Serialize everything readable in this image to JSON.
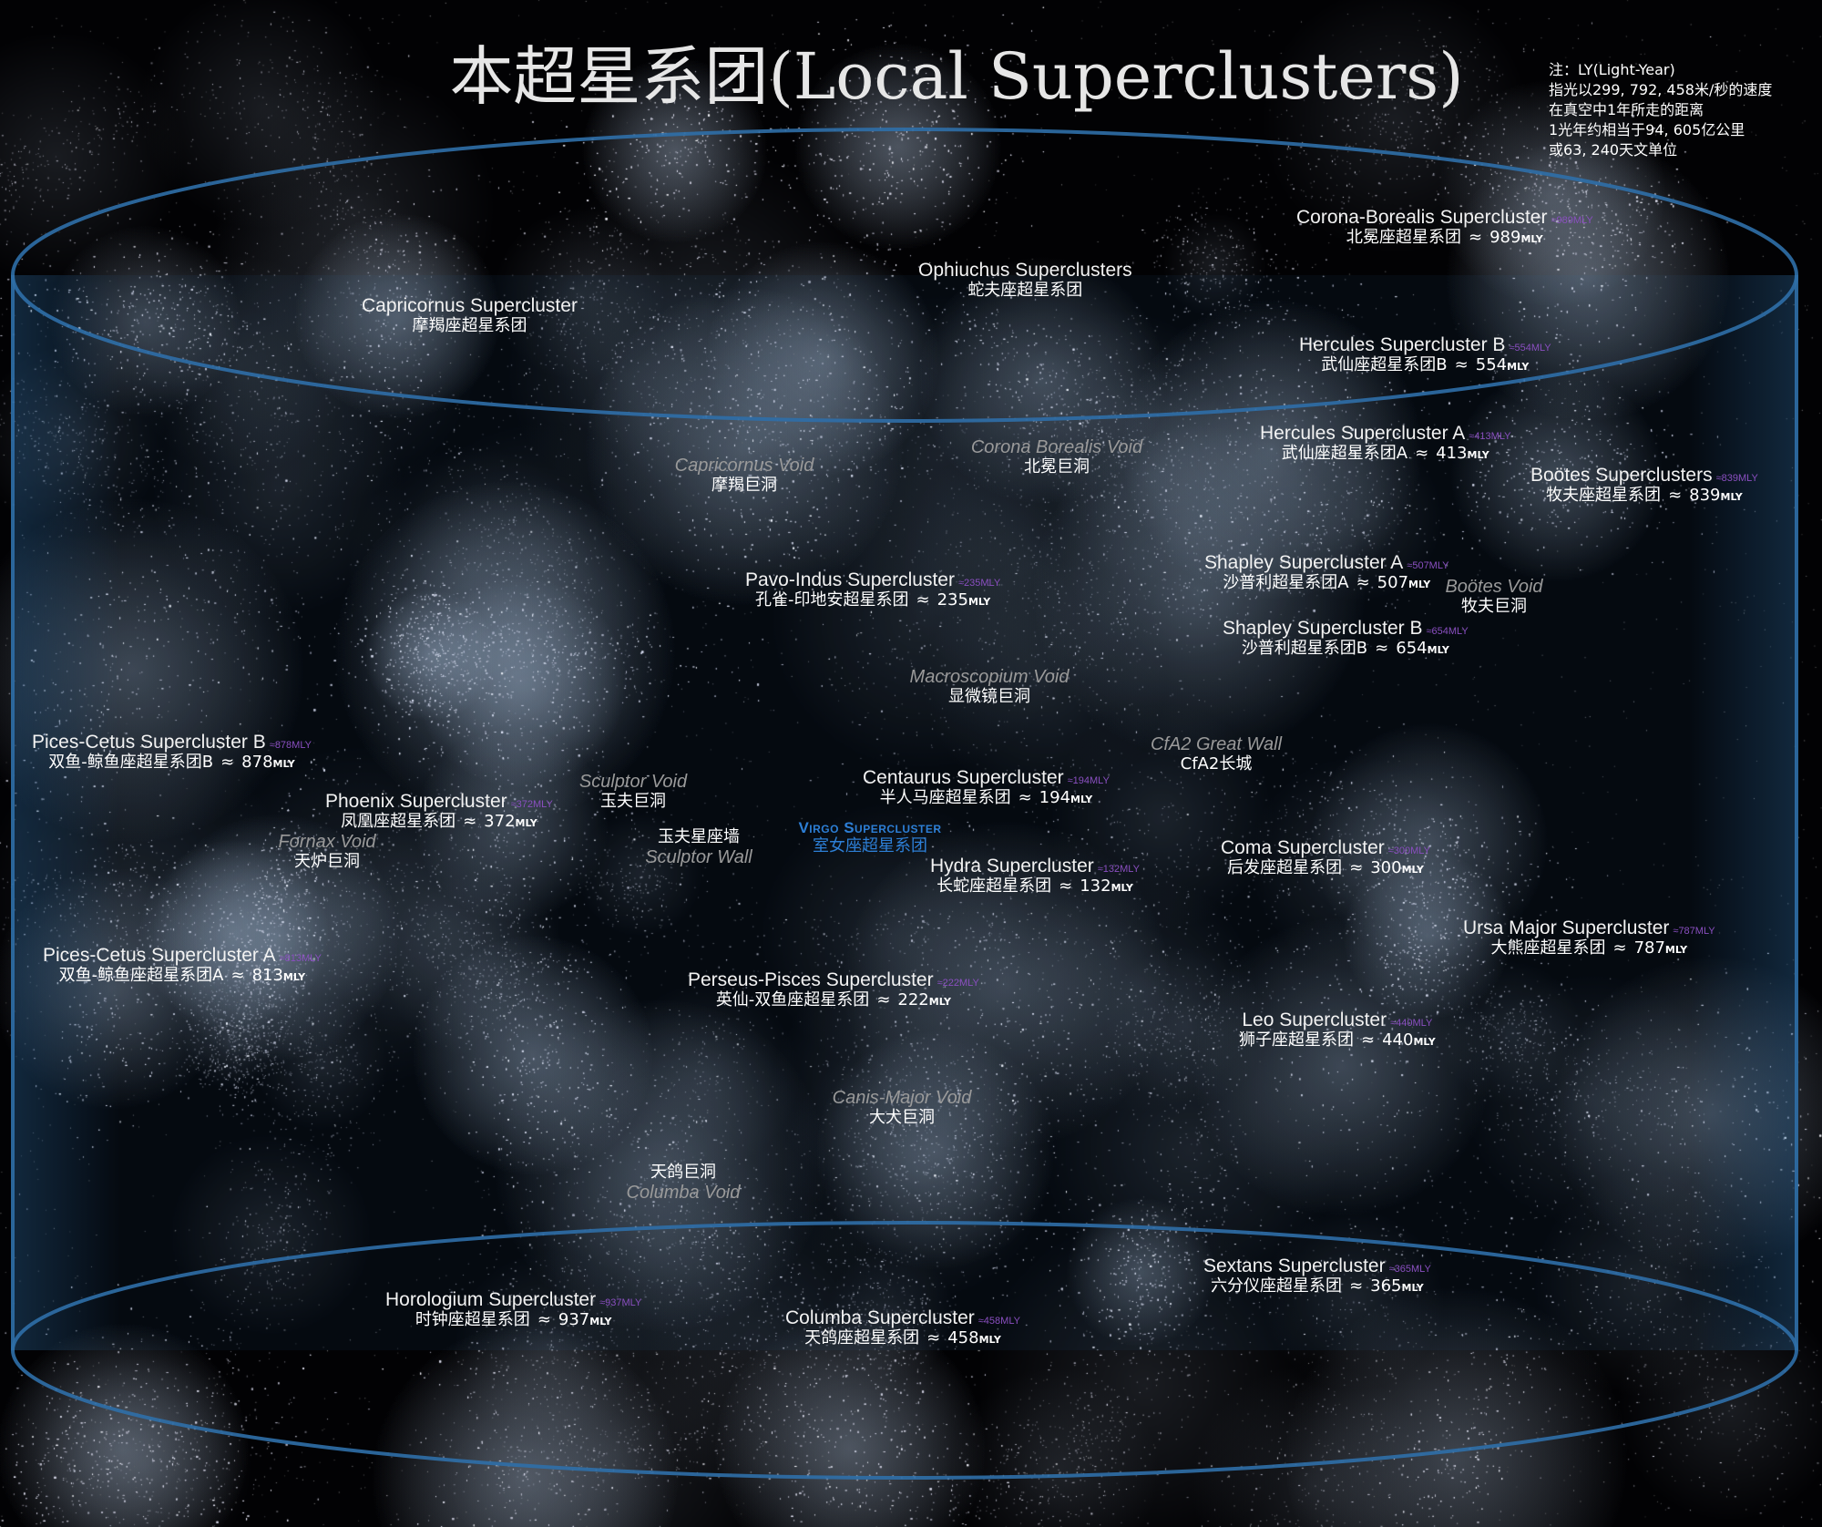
{
  "title": {
    "zh": "本超星系团",
    "en": "(Local Superclusters)"
  },
  "note": {
    "lines": [
      "注：LY(Light-Year)",
      "指光以299, 792, 458米/秒的速度",
      "在真空中1年所走的距离",
      "1光年约相当于94, 605亿公里",
      "或63, 240天文单位"
    ]
  },
  "colors": {
    "cylinder": "#2f6fa8",
    "distance_tag": "#8a4fc0",
    "virgo": "#2d7fd6",
    "void_label": "#9a9a9a"
  },
  "approx_symbol": "≈",
  "unit": "MLY",
  "superclusters": [
    {
      "id": "corona-borealis",
      "en": "Corona-Borealis Supercluster",
      "tag": "≈989MLY",
      "cn": "北冕座超星系团",
      "value": "989",
      "unit": "MLY"
    },
    {
      "id": "ophiuchus",
      "en": "Ophiuchus Superclusters",
      "tag": "",
      "cn": "蛇夫座超星系团",
      "value": "",
      "unit": ""
    },
    {
      "id": "capricornus",
      "en": "Capricornus Supercluster",
      "tag": "",
      "cn": "摩羯座超星系团",
      "value": "",
      "unit": ""
    },
    {
      "id": "hercules-b",
      "en": "Hercules Supercluster B",
      "tag": "≈554MLY",
      "cn": "武仙座超星系团B",
      "value": "554",
      "unit": "MLY"
    },
    {
      "id": "hercules-a",
      "en": "Hercules Supercluster A",
      "tag": "≈413MLY",
      "cn": "武仙座超星系团A",
      "value": "413",
      "unit": "MLY"
    },
    {
      "id": "bootes",
      "en": "Boötes Superclusters",
      "tag": "≈839MLY",
      "cn": "牧夫座超星系团",
      "value": "839",
      "unit": "MLY"
    },
    {
      "id": "shapley-a",
      "en": "Shapley Supercluster A",
      "tag": "≈507MLY",
      "cn": "沙普利超星系团A",
      "value": "507",
      "unit": "MLY"
    },
    {
      "id": "shapley-b",
      "en": "Shapley Supercluster B",
      "tag": "≈654MLY",
      "cn": "沙普利超星系团B",
      "value": "654",
      "unit": "MLY"
    },
    {
      "id": "pavo-indus",
      "en": "Pavo-Indus Supercluster",
      "tag": "≈235MLY",
      "cn": "孔雀-印地安超星系团",
      "value": "235",
      "unit": "MLY"
    },
    {
      "id": "pisces-cetus-b",
      "en": "Pices-Cetus Supercluster B",
      "tag": "≈878MLY",
      "cn": "双鱼-鲸鱼座超星系团B",
      "value": "878",
      "unit": "MLY"
    },
    {
      "id": "phoenix",
      "en": "Phoenix Supercluster",
      "tag": "≈372MLY",
      "cn": "凤凰座超星系团",
      "value": "372",
      "unit": "MLY"
    },
    {
      "id": "centaurus",
      "en": "Centaurus Supercluster",
      "tag": "≈194MLY",
      "cn": "半人马座超星系团",
      "value": "194",
      "unit": "MLY"
    },
    {
      "id": "hydra",
      "en": "Hydra Supercluster",
      "tag": "≈132MLY",
      "cn": "长蛇座超星系团",
      "value": "132",
      "unit": "MLY"
    },
    {
      "id": "coma",
      "en": "Coma Supercluster",
      "tag": "≈300MLY",
      "cn": "后发座超星系团",
      "value": "300",
      "unit": "MLY"
    },
    {
      "id": "ursa-major",
      "en": "Ursa Major Supercluster",
      "tag": "≈787MLY",
      "cn": "大熊座超星系团",
      "value": "787",
      "unit": "MLY"
    },
    {
      "id": "pisces-cetus-a",
      "en": "Pices-Cetus Supercluster A",
      "tag": "≈813MLY",
      "cn": "双鱼-鲸鱼座超星系团A",
      "value": "813",
      "unit": "MLY"
    },
    {
      "id": "perseus-pisces",
      "en": "Perseus-Pisces Supercluster",
      "tag": "≈222MLY",
      "cn": "英仙-双鱼座超星系团",
      "value": "222",
      "unit": "MLY"
    },
    {
      "id": "leo",
      "en": "Leo Supercluster",
      "tag": "≈440MLY",
      "cn": "狮子座超星系团",
      "value": "440",
      "unit": "MLY"
    },
    {
      "id": "sextans",
      "en": "Sextans Supercluster",
      "tag": "≈365MLY",
      "cn": "六分仪座超星系团",
      "value": "365",
      "unit": "MLY"
    },
    {
      "id": "horologium",
      "en": "Horologium Supercluster",
      "tag": "≈937MLY",
      "cn": "时钟座超星系团",
      "value": "937",
      "unit": "MLY"
    },
    {
      "id": "columba",
      "en": "Columba Supercluster",
      "tag": "≈458MLY",
      "cn": "天鸽座超星系团",
      "value": "458",
      "unit": "MLY"
    }
  ],
  "voids": [
    {
      "id": "capricornus-void",
      "en": "Capricornus Void",
      "cn": "摩羯巨洞"
    },
    {
      "id": "corona-borealis-void",
      "en": "Corona Borealis Void",
      "cn": "北冕巨洞"
    },
    {
      "id": "bootes-void",
      "en": "Boötes Void",
      "cn": "牧夫巨洞"
    },
    {
      "id": "macroscopium-void",
      "en": "Macroscopium Void",
      "cn": "显微镜巨洞"
    },
    {
      "id": "cfa2-great-wall",
      "en": "CfA2 Great Wall",
      "cn": "CfA2长城"
    },
    {
      "id": "sculptor-void",
      "en": "Sculptor Void",
      "cn": "玉夫巨洞"
    },
    {
      "id": "fornax-void",
      "en": "Fornax Void",
      "cn": "天炉巨洞"
    },
    {
      "id": "sculptor-wall",
      "en": "Sculptor Wall",
      "cn": "玉夫星座墙"
    },
    {
      "id": "canis-major-void",
      "en": "Canis-Major Void",
      "cn": "大犬巨洞"
    },
    {
      "id": "columba-void",
      "en": "Columba Void",
      "cn": "天鸽巨洞"
    }
  ],
  "virgo": {
    "en": "Virgo Supercluster",
    "cn": "室女座超星系团"
  }
}
